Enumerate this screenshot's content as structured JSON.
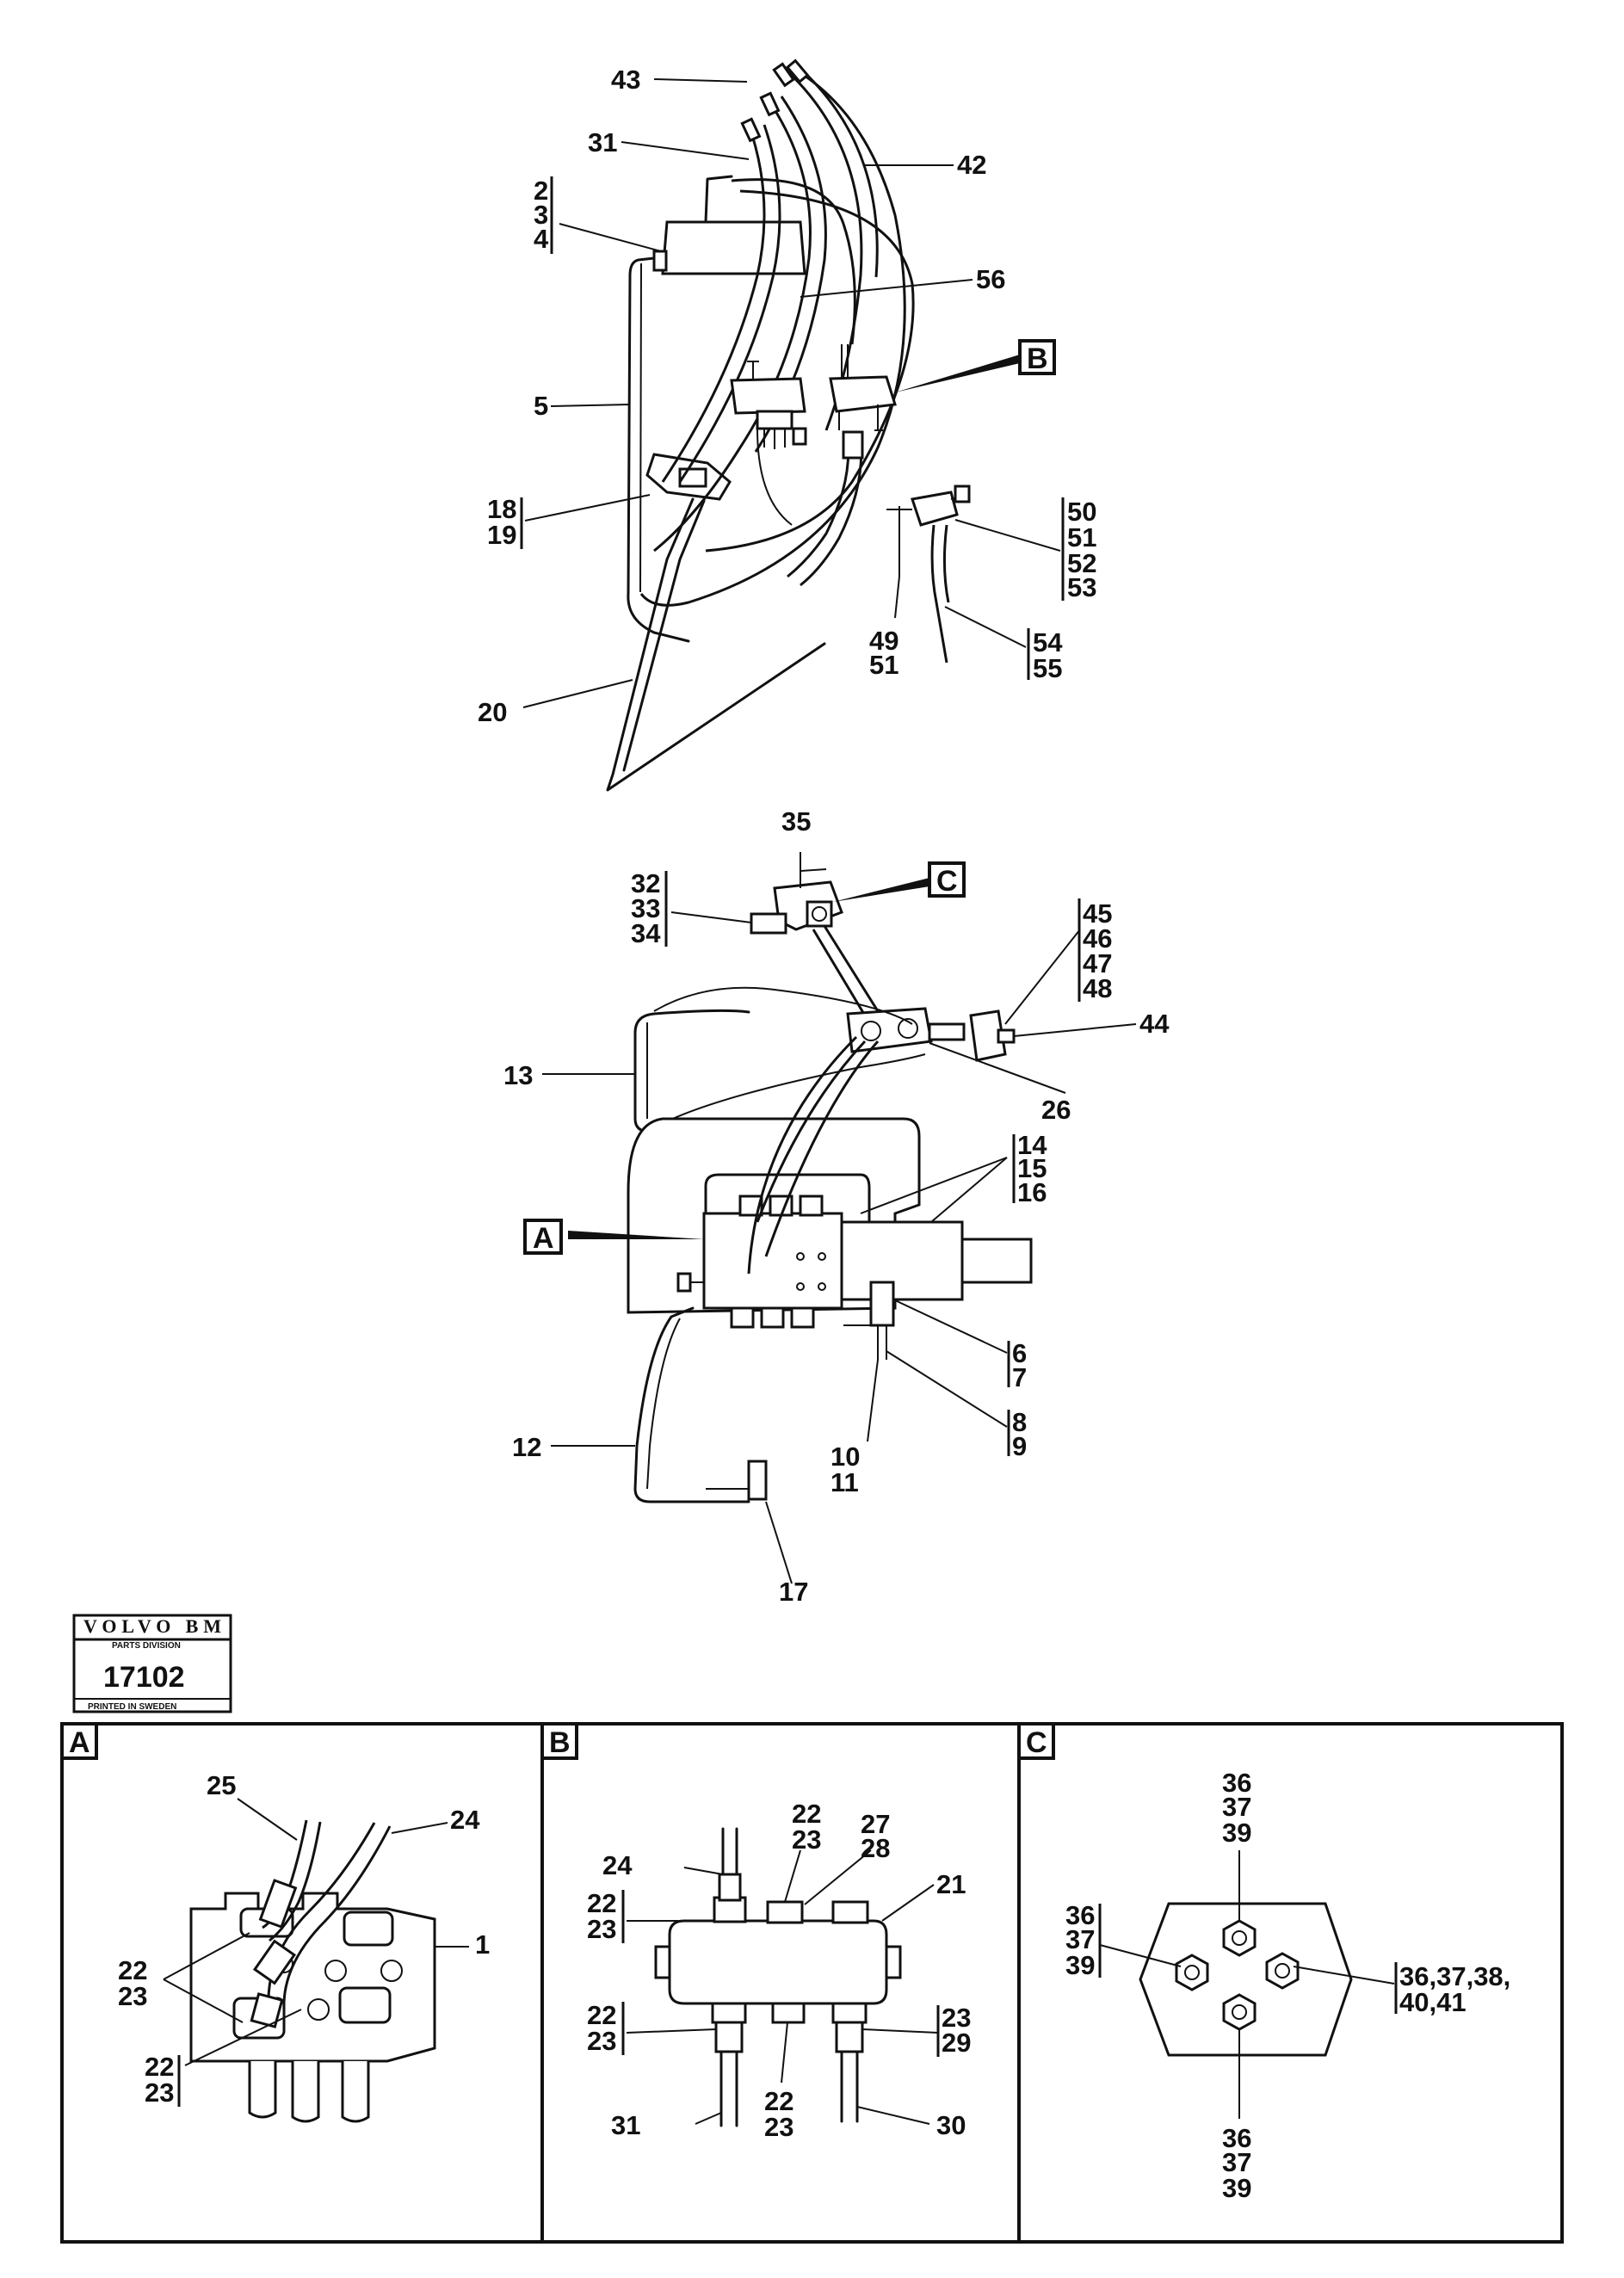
{
  "logo": {
    "brand": "VOLVO BM",
    "division": "PARTS DIVISION",
    "number": "17102",
    "printed": "PRINTED IN SWEDEN"
  },
  "callouts": {
    "c43": "43",
    "c31": "31",
    "c42": "42",
    "c2": "2",
    "c3": "3",
    "c4": "4",
    "c56": "56",
    "c5": "5",
    "c18": "18",
    "c19": "19",
    "c20": "20",
    "c50": "50",
    "c51a": "51",
    "c52": "52",
    "c53": "53",
    "c49": "49",
    "c51b": "51",
    "c54": "54",
    "c55": "55",
    "c35": "35",
    "c32": "32",
    "c33": "33",
    "c34": "34",
    "c45": "45",
    "c46": "46",
    "c47": "47",
    "c48": "48",
    "c44": "44",
    "c13": "13",
    "c26": "26",
    "c14": "14",
    "c15": "15",
    "c16": "16",
    "c6": "6",
    "c7": "7",
    "c8": "8",
    "c9": "9",
    "c10": "10",
    "c11": "11",
    "c12": "12",
    "c17": "17"
  },
  "refs": {
    "a": "A",
    "b": "B",
    "c": "C"
  },
  "detailA": {
    "label": "A",
    "c25": "25",
    "c24": "24",
    "c1": "1",
    "c22a": "22",
    "c23a": "23",
    "c22b": "22",
    "c23b": "23"
  },
  "detailB": {
    "label": "B",
    "c22a": "22",
    "c23a": "23",
    "c27": "27",
    "c28": "28",
    "c21": "21",
    "c24": "24",
    "c22b": "22",
    "c23b": "23",
    "c22c": "22",
    "c23c": "23",
    "c23d": "23",
    "c29": "29",
    "c31": "31",
    "c22d": "22",
    "c23e": "23",
    "c30": "30"
  },
  "detailC": {
    "label": "C",
    "t36": "36",
    "t37": "37",
    "t39": "39",
    "l36": "36",
    "l37": "37",
    "l39": "39",
    "r1": "36,37,38,",
    "r2": "40,41",
    "b36": "36",
    "b37": "37",
    "b39": "39"
  }
}
